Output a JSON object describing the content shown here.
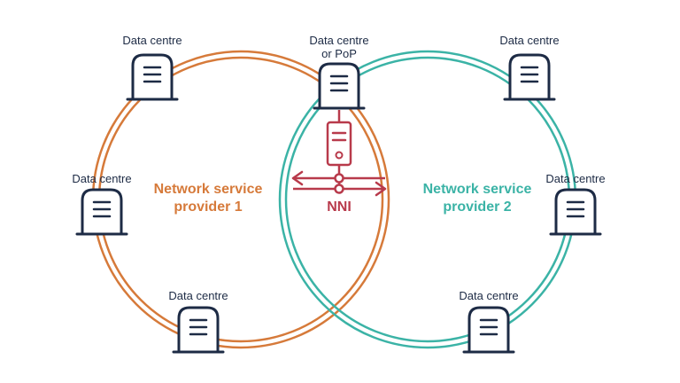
{
  "colors": {
    "provider1": "#d67a3a",
    "provider2": "#3bb3a6",
    "nni": "#b83a4b",
    "server": "#1d2b45",
    "background": "#ffffff"
  },
  "provider1": {
    "line1": "Network service",
    "line2": "provider 1"
  },
  "provider2": {
    "line1": "Network service",
    "line2": "provider 2"
  },
  "nni": {
    "label": "NNI",
    "icon": "server-icon"
  },
  "data_centres": {
    "left_top": "Data centre",
    "left_mid": "Data centre",
    "left_bottom": "Data centre",
    "center_line1": "Data centre",
    "center_line2": "or PoP",
    "right_top": "Data centre",
    "right_mid": "Data centre",
    "right_bottom": "Data centre"
  }
}
